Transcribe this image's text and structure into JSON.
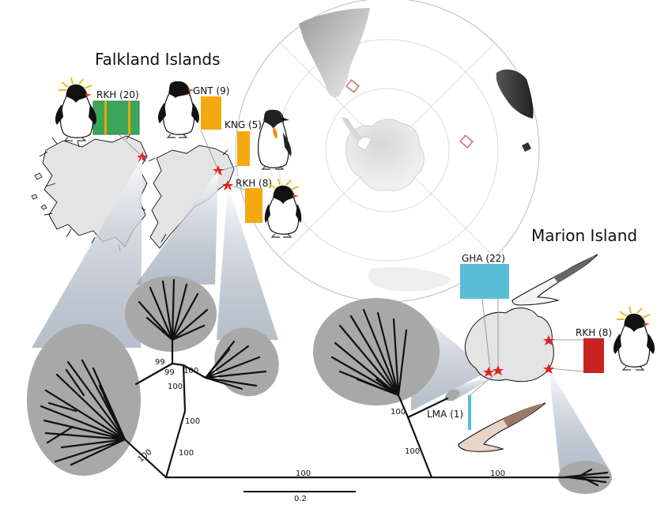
{
  "titles": {
    "falkland": "Falkland Islands",
    "marion": "Marion Island"
  },
  "samples": [
    {
      "id": "rkh-falk-1",
      "label": "RKH (20)",
      "color": "#3aa65a",
      "stripe": "#e9a800"
    },
    {
      "id": "gnt",
      "label": "GNT (9)",
      "color": "#f4a90f"
    },
    {
      "id": "kng",
      "label": "KNG (5)",
      "color": "#f4a90f"
    },
    {
      "id": "rkh-falk-2",
      "label": "RKH (8)",
      "color": "#f4a90f"
    },
    {
      "id": "gha",
      "label": "GHA (22)",
      "color": "#57bed6"
    },
    {
      "id": "rkh-marion",
      "label": "RKH (8)",
      "color": "#c82323"
    },
    {
      "id": "lma",
      "label": "LMA (1)",
      "color": "#57bed6"
    }
  ],
  "bootstrap": [
    "99",
    "99",
    "100",
    "100",
    "100",
    "100",
    "100",
    "100",
    "100",
    "100",
    "100"
  ],
  "scale": {
    "value": "0.2"
  },
  "colors": {
    "cluster": "#a8a8a8",
    "island": "#e2e2e2",
    "marker": "#e02020",
    "ocean_grid": "#d0d0d0"
  }
}
